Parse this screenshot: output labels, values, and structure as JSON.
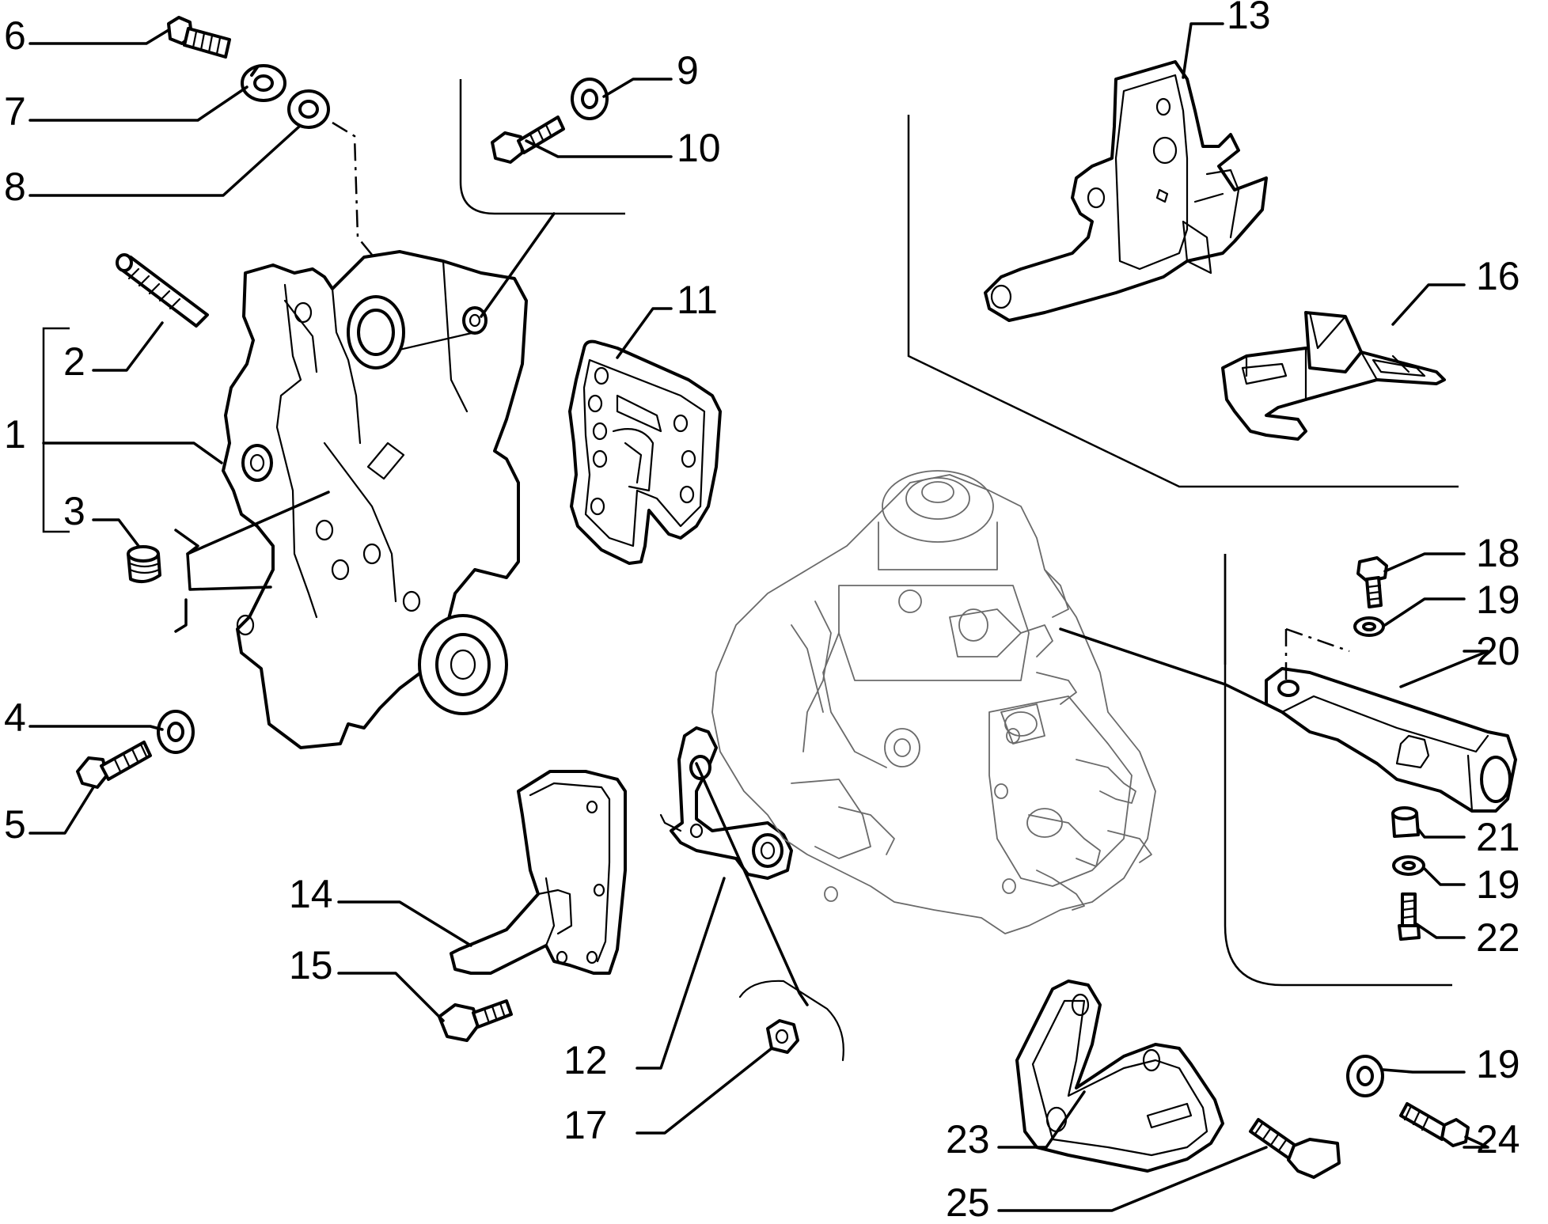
{
  "diagram": {
    "callouts": [
      "1",
      "2",
      "3",
      "4",
      "5",
      "6",
      "7",
      "8",
      "9",
      "10",
      "11",
      "12",
      "13",
      "14",
      "15",
      "16",
      "17",
      "18",
      "19",
      "20",
      "21",
      "19",
      "22",
      "19",
      "23",
      "24",
      "25"
    ]
  }
}
